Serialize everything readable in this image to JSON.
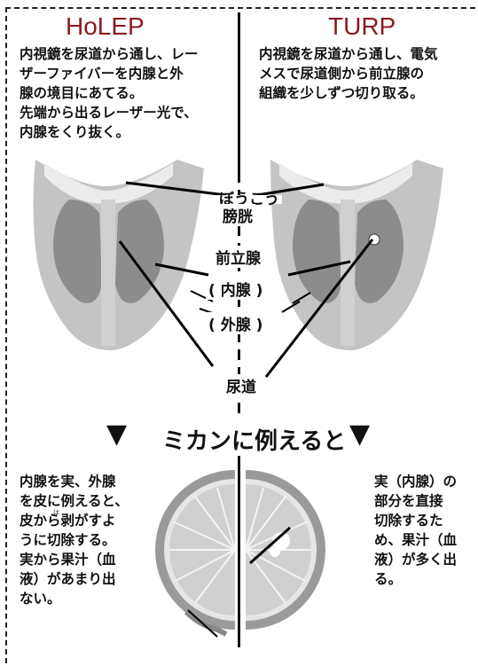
{
  "left": {
    "title": "HoLEP",
    "description_lines": [
      "内視鏡を尿道から通し、レー",
      "ザーファイバーを内腺と外",
      "腺の境目にあてる。",
      "先端から出るレーザー光で、",
      "内腺をくり抜く。"
    ],
    "analogy_lines": [
      "内腺を実、外腺",
      "を皮に例えると、",
      "皮から剥がすよ",
      "うに切除する。",
      "実から果汁（血",
      "液）があまり出",
      "ない。"
    ],
    "analogy_ruby": "は"
  },
  "right": {
    "title": "TURP",
    "description_lines": [
      "内視鏡を尿道から通し、電気",
      "メスで尿道側から前立腺の",
      "組織を少しずつ切り取る。"
    ],
    "analogy_lines": [
      "実（内腺）の",
      "部分を直接",
      "切除するた",
      "め、果汁（血",
      "液）が多く出",
      "る。"
    ]
  },
  "labels": {
    "bladder_ruby": "ぼうこう",
    "bladder": "膀胱",
    "prostate": "前立腺",
    "inner_gland": "( 内腺 )",
    "outer_gland": "( 外腺 )",
    "urethra": "尿道"
  },
  "analogy_heading": "ミカンに例えると",
  "colors": {
    "title": "#8a1a1f",
    "organ_outer": "#bfbfbf",
    "organ_inner": "#8a8a8a",
    "orange_rind": "#9a9a9a",
    "orange_flesh": "#d8d8d8"
  }
}
